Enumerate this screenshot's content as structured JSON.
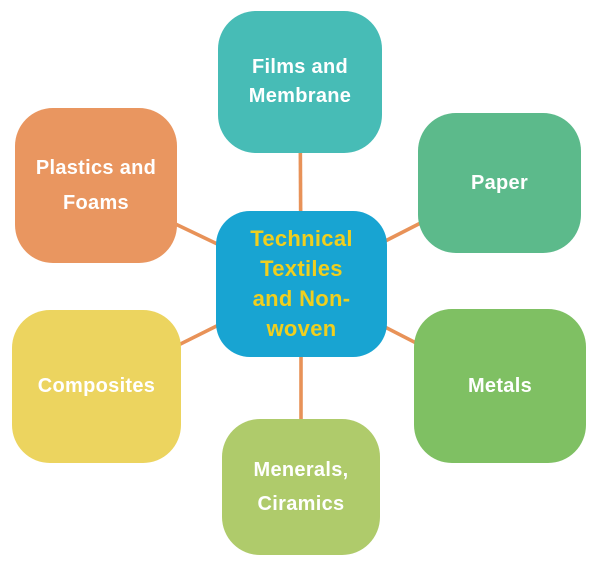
{
  "diagram": {
    "center": {
      "id": "technical-textiles-nonwoven",
      "label": "Technical\nTextiles\nand Non-\nwoven",
      "bg": "#18A4D2",
      "text_color": "#F0CF1E"
    },
    "nodes": [
      {
        "id": "films-membrane",
        "label": "Films and\nMembrane",
        "bg": "#47BCB6",
        "text_color": "#FFFFFF"
      },
      {
        "id": "paper",
        "label": "Paper",
        "bg": "#5CBA8B",
        "text_color": "#FFFFFF"
      },
      {
        "id": "metals",
        "label": "Metals",
        "bg": "#7FC063",
        "text_color": "#FFFFFF"
      },
      {
        "id": "minerals-ceramics",
        "label": "Menerals,\nCiramics",
        "bg": "#AFCB6B",
        "text_color": "#FFFFFF"
      },
      {
        "id": "composites",
        "label": "Composites",
        "bg": "#ECD45F",
        "text_color": "#FFFFFF"
      },
      {
        "id": "plastics-foams",
        "label": "Plastics and\nFoams",
        "bg": "#E99660",
        "text_color": "#FFFFFF"
      }
    ],
    "connector_color": "#E89258"
  }
}
